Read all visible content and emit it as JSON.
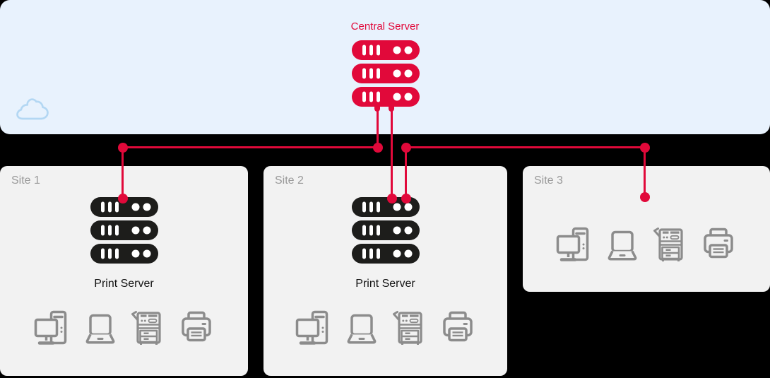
{
  "colors": {
    "accent_red": "#e1093a",
    "page_bg": "#000000",
    "cloud_band_bg": "#e8f2fd",
    "cloud_outline": "#b3d7f3",
    "site_panel_bg": "#f2f2f2",
    "server_black": "#1d1d1b",
    "device_icon_gray": "#8c8c8c",
    "site_label_gray": "#9a9a9a",
    "server_label_text": "#141414"
  },
  "cloud": {
    "label": "Central Server",
    "icon": "cloud-icon"
  },
  "sites": [
    {
      "label": "Site 1",
      "server_label": "Print Server",
      "devices": [
        "desktop-computer",
        "laptop",
        "multifunction-copier",
        "printer"
      ]
    },
    {
      "label": "Site 2",
      "server_label": "Print Server",
      "devices": [
        "desktop-computer",
        "laptop",
        "multifunction-copier",
        "printer"
      ]
    },
    {
      "label": "Site 3",
      "devices": [
        "desktop-computer",
        "laptop",
        "multifunction-copier",
        "printer"
      ]
    }
  ],
  "connections": [
    {
      "from": "central-server",
      "to": "site-1-print-server"
    },
    {
      "from": "central-server",
      "to": "site-2-print-server"
    },
    {
      "from": "central-server",
      "to": "site-2-print-server-secondary"
    },
    {
      "from": "central-server",
      "to": "site-3-devices"
    }
  ]
}
